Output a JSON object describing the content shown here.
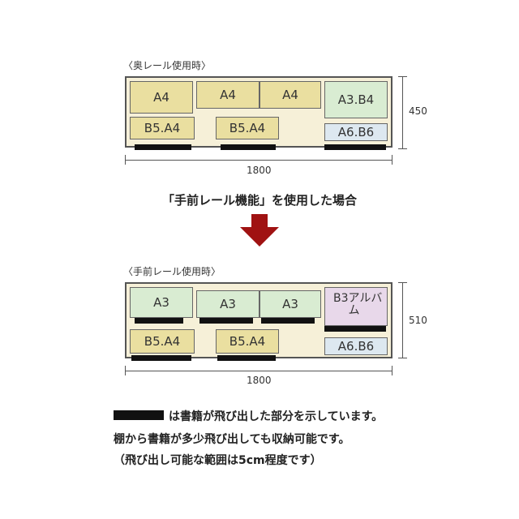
{
  "top": {
    "caption": "〈奥レール使用時〉",
    "boxes": [
      "A4",
      "A4",
      "A4",
      "A3.B4",
      "B5.A4",
      "B5.A4",
      "A6.B6"
    ],
    "width_dim": "1800",
    "height_dim": "450"
  },
  "heading": "「手前レール機能」を使用した場合",
  "bottom": {
    "caption": "〈手前レール使用時〉",
    "boxes": [
      "A3",
      "A3",
      "A3",
      "B3",
      "アルバム",
      "B5.A4",
      "B5.A4",
      "A6.B6"
    ],
    "width_dim": "1800",
    "height_dim": "510"
  },
  "notes": {
    "line1": "は書籍が飛び出した部分を示しています。",
    "line2": "棚から書籍が多少飛び出しても収納可能です。",
    "line3": "（飛び出し可能な範囲は5cm程度です）"
  },
  "colors": {
    "arrow": "#a01212",
    "cabinet": "#f6f0d8",
    "book_yellow": "#eadfa0",
    "book_green": "#d9ecd2",
    "book_blue": "#dde8f0",
    "book_purple": "#e8d8ea"
  }
}
